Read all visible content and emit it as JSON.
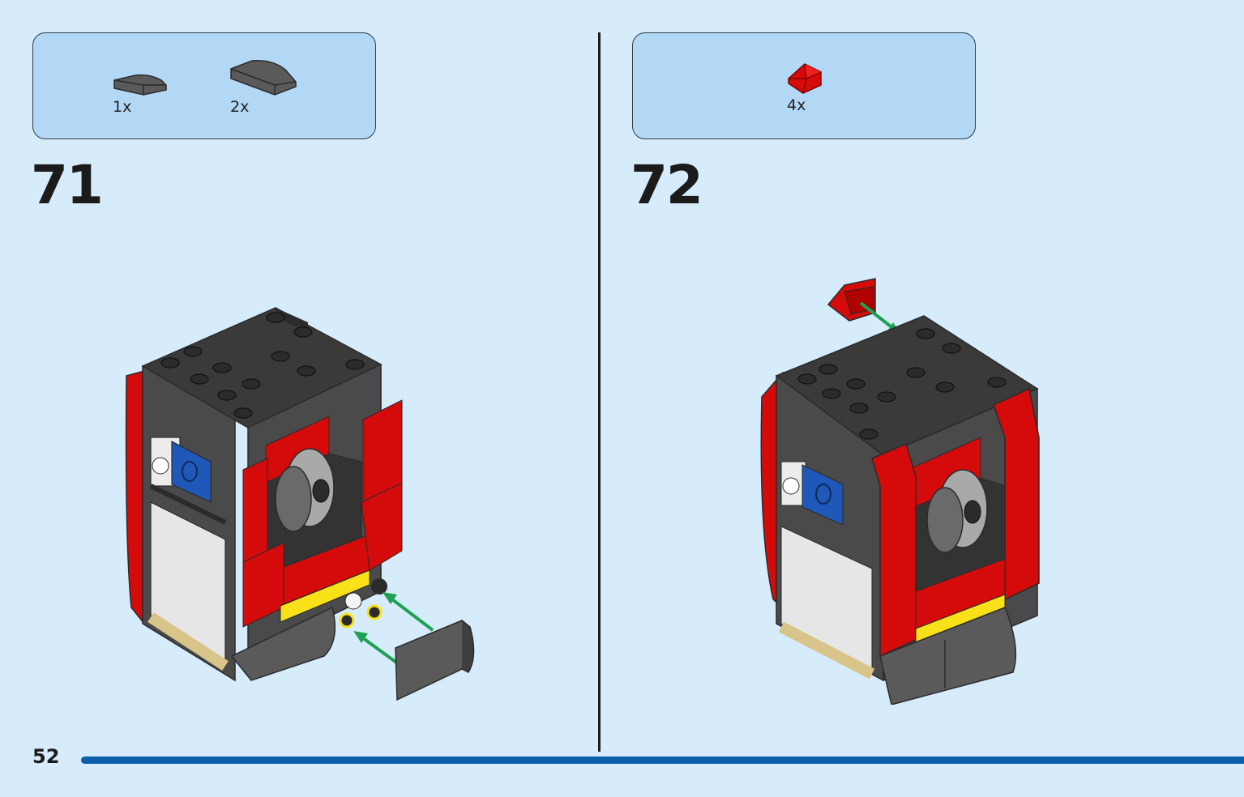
{
  "colors": {
    "background": "#d6ecfb",
    "parts_box": "#b3d8f5",
    "dark_bley": "#3a3a3a",
    "black": "#2b2b2b",
    "red": "#d50b0b",
    "yellow": "#f8e118",
    "blue": "#1f58b8",
    "arrow": "#1ea152",
    "page_bar": "#0a5fa8"
  },
  "steps": [
    {
      "number": "71",
      "parts": [
        {
          "qty": "1x",
          "icon": "curved-slope-1x2-dark-grey-icon"
        },
        {
          "qty": "2x",
          "icon": "curved-slope-2x2-dark-grey-icon"
        }
      ]
    },
    {
      "number": "72",
      "parts": [
        {
          "qty": "4x",
          "icon": "slope-red-icon"
        }
      ]
    }
  ],
  "page": {
    "number": "52"
  }
}
